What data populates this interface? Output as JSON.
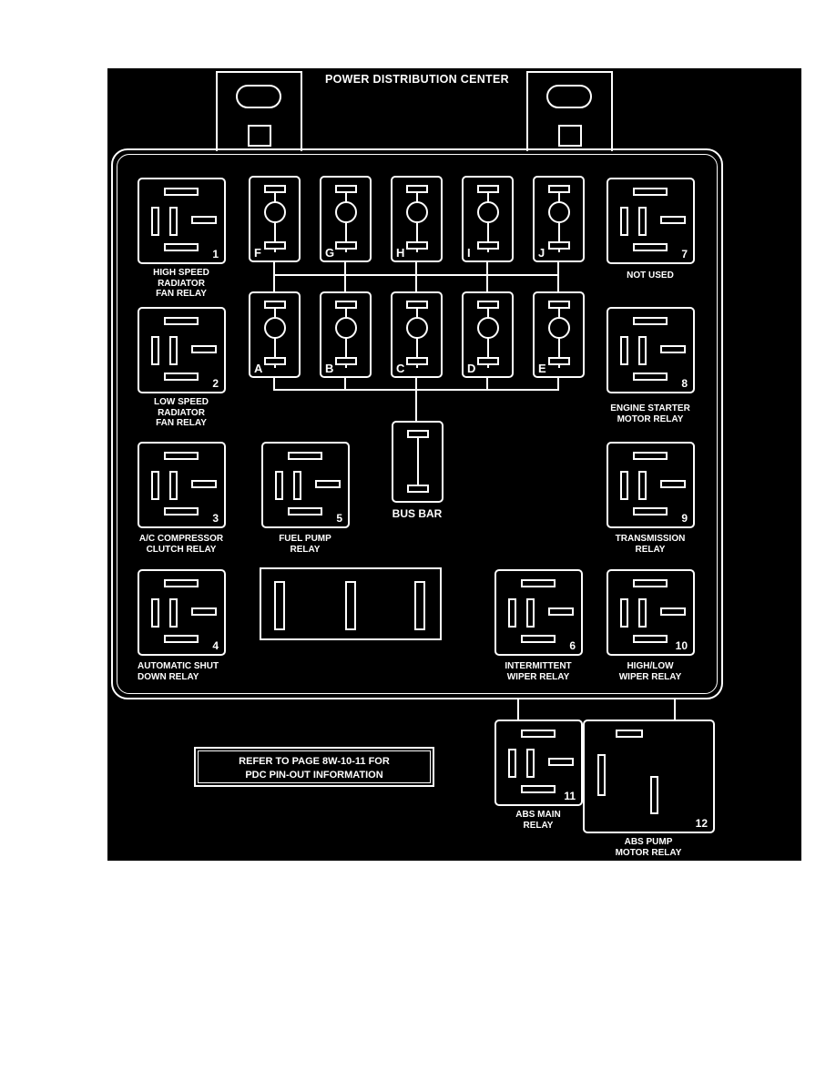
{
  "colors": {
    "panel_background": "#000000",
    "line_color": "#ffffff",
    "page_background": "#ffffff"
  },
  "title": "POWER DISTRIBUTION CENTER",
  "relays": {
    "r1": {
      "num": "1",
      "label": [
        "HIGH SPEED",
        "RADIATOR",
        "FAN RELAY"
      ]
    },
    "r2": {
      "num": "2",
      "label": [
        "LOW SPEED",
        "RADIATOR",
        "FAN RELAY"
      ]
    },
    "r3": {
      "num": "3",
      "label": [
        "A/C COMPRESSOR",
        "CLUTCH RELAY"
      ]
    },
    "r4": {
      "num": "4",
      "label": [
        "AUTOMATIC SHUT",
        "DOWN RELAY"
      ]
    },
    "r5": {
      "num": "5",
      "label": [
        "FUEL PUMP",
        "RELAY"
      ]
    },
    "r6": {
      "num": "6",
      "label": [
        "INTERMITTENT",
        "WIPER RELAY"
      ]
    },
    "r7": {
      "num": "7",
      "label": [
        "NOT USED"
      ]
    },
    "r8": {
      "num": "8",
      "label": [
        "ENGINE STARTER",
        "MOTOR RELAY"
      ]
    },
    "r9": {
      "num": "9",
      "label": [
        "TRANSMISSION",
        "RELAY"
      ]
    },
    "r10": {
      "num": "10",
      "label": [
        "HIGH/LOW",
        "WIPER RELAY"
      ]
    },
    "r11": {
      "num": "11",
      "label": [
        "ABS MAIN",
        "RELAY"
      ]
    },
    "r12": {
      "num": "12",
      "label": [
        "ABS PUMP",
        "MOTOR RELAY"
      ]
    }
  },
  "fuses_row1": [
    "F",
    "G",
    "H",
    "I",
    "J"
  ],
  "fuses_row2": [
    "A",
    "B",
    "C",
    "D",
    "E"
  ],
  "bus_bar_label": "BUS BAR",
  "note": [
    "REFER TO PAGE 8W-10-11 FOR",
    "PDC PIN-OUT INFORMATION"
  ]
}
